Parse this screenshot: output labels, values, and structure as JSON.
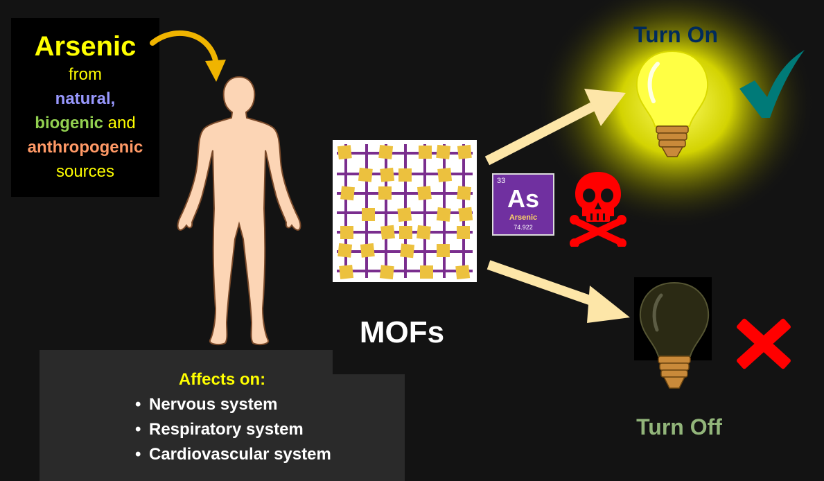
{
  "source": {
    "title": "Arsenic",
    "from": "from",
    "natural": "natural,",
    "biogenic": "biogenic",
    "and": "and",
    "anthropogenic": "anthropogenic",
    "sources": "sources"
  },
  "effects": {
    "title": "Affects on:",
    "items": [
      "Nervous system",
      "Respiratory system",
      "Cardiovascular system"
    ]
  },
  "mofs_label": "MOFs",
  "element": {
    "number": "33",
    "symbol": "As",
    "name": "Arsenic",
    "mass": "74.922"
  },
  "turn_on": "Turn On",
  "turn_off": "Turn Off",
  "colors": {
    "arsenic_yellow": "#ffff00",
    "natural": "#9999ff",
    "biogenic": "#92d050",
    "anthropogenic": "#ff9966",
    "mof_node": "#ecc13e",
    "mof_linker": "#7a2e8e",
    "element_tile": "#7030a0",
    "check": "#007a78",
    "cross": "#ff0000",
    "skull": "#ff0000",
    "glow": "#ffff66"
  },
  "icons": [
    "curved-arrow-icon",
    "human-body-icon",
    "mof-lattice-icon",
    "arrow-up-icon",
    "arrow-down-icon",
    "lit-bulb-icon",
    "dark-bulb-icon",
    "skull-crossbones-icon",
    "check-icon",
    "cross-icon"
  ]
}
